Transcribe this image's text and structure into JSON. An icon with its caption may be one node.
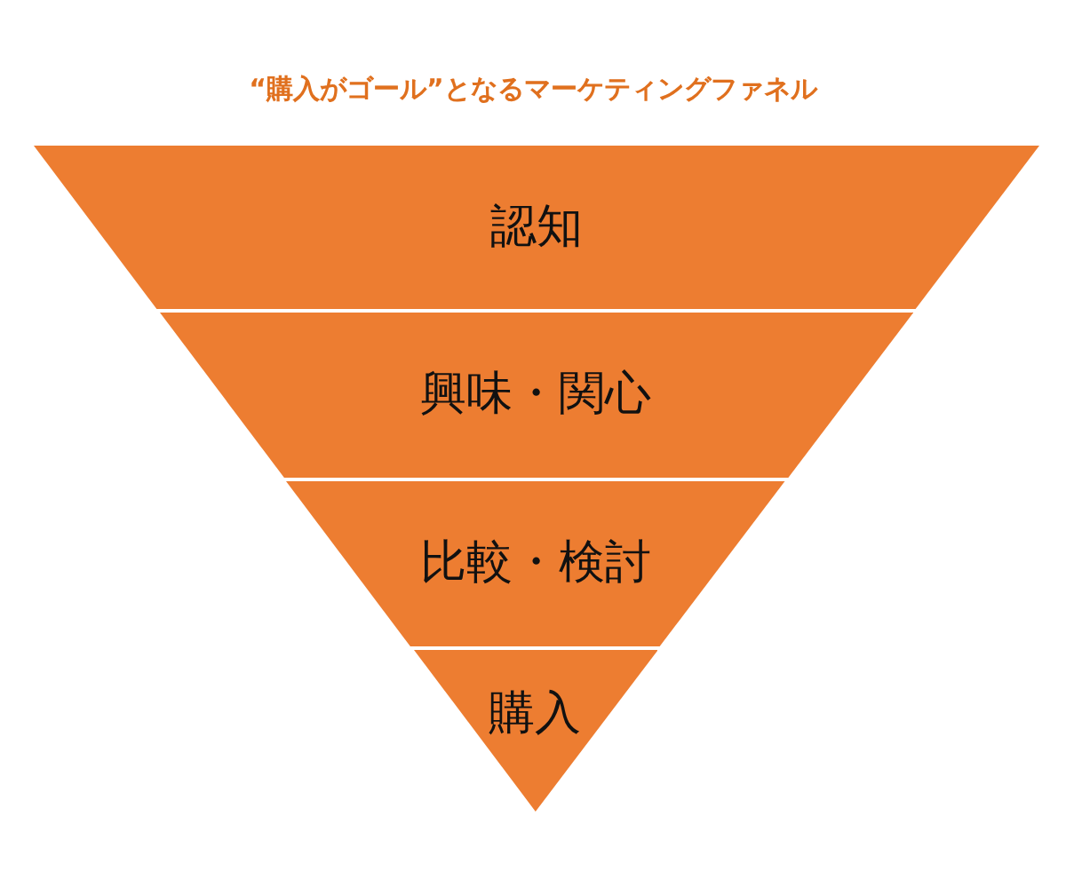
{
  "diagram": {
    "title": "“購入がゴール”となるマーケティングファネル",
    "nodes": [
      {
        "text": [
          "認知"
        ]
      },
      {
        "text": [
          "興味・関心"
        ]
      },
      {
        "text": [
          "比較・検討"
        ]
      },
      {
        "text": [
          "購入"
        ]
      }
    ]
  }
}
